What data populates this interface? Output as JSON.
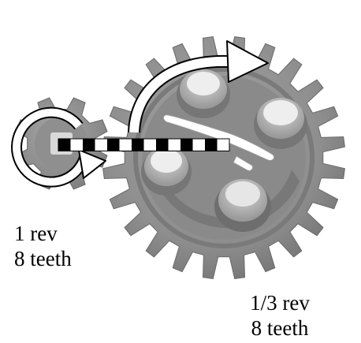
{
  "small_gear": {
    "rev_label": "1 rev",
    "teeth_label": "8 teeth"
  },
  "large_gear": {
    "rev_label": "1/3 rev",
    "teeth_label": "8 teeth"
  },
  "colors": {
    "gear_fill": "#8f8f8f",
    "gear_dark": "#6f6f6f",
    "gear_shadow": "#5a5a5a",
    "arrow_fill": "#ffffff",
    "arrow_stroke": "#000000",
    "dash_black": "#000000",
    "dash_white": "#ffffff",
    "slot": "#ffffff"
  }
}
